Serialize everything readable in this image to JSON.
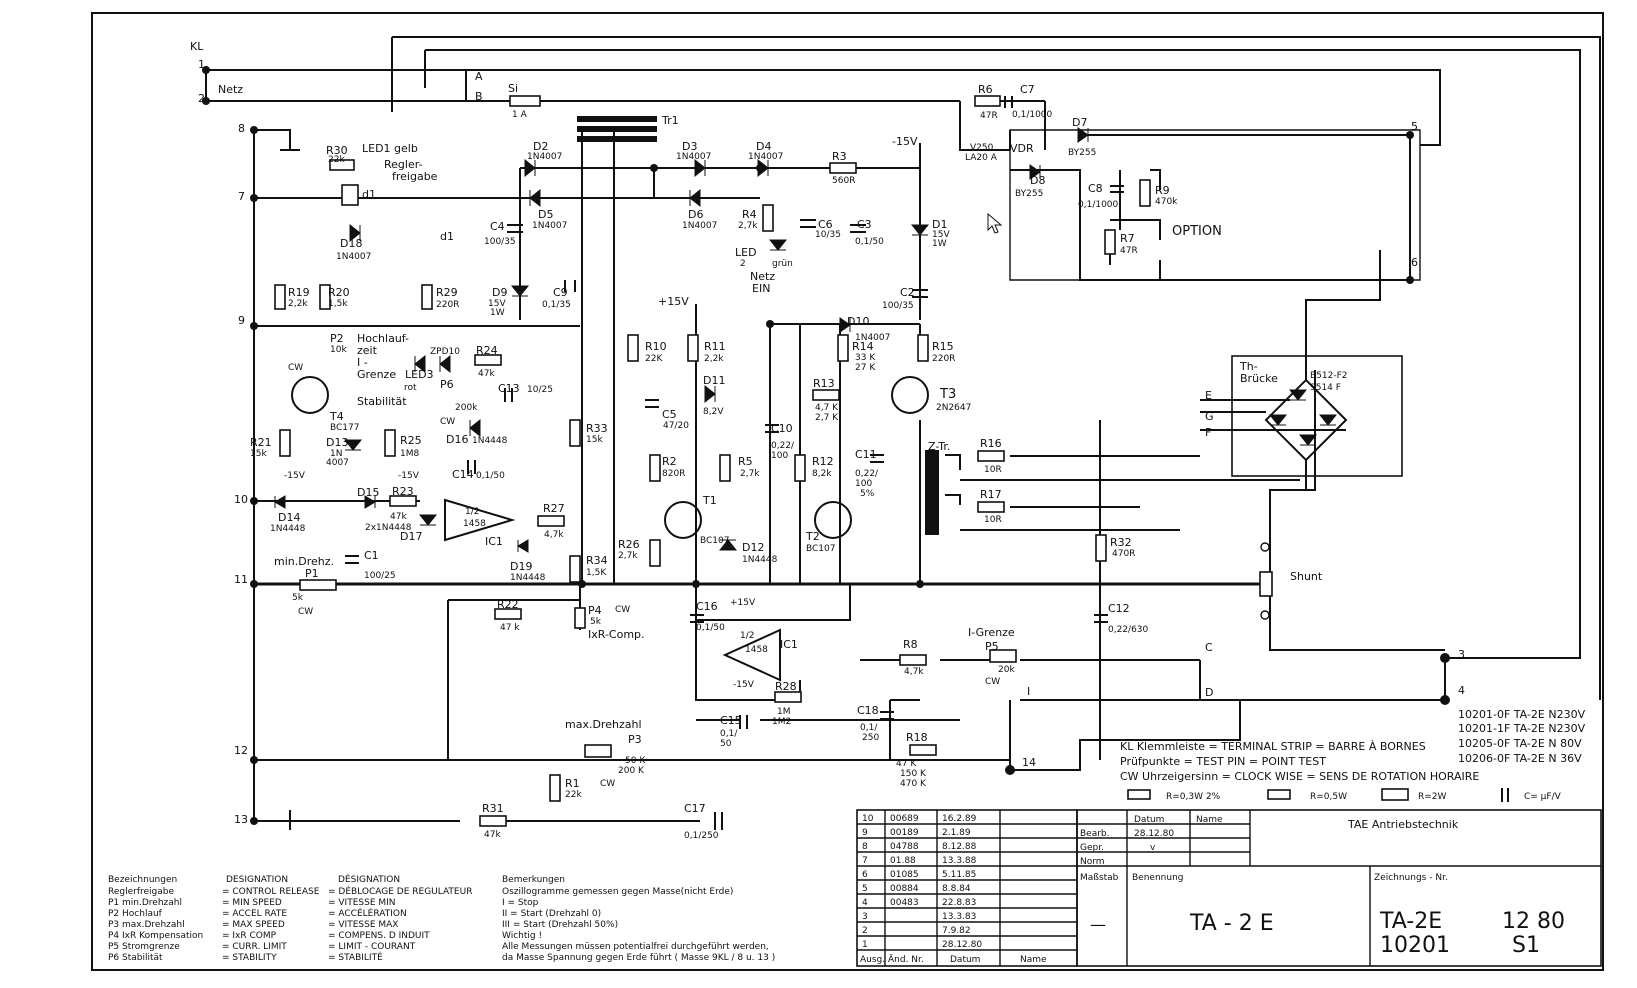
{
  "terminals": {
    "heading": "KL",
    "left": [
      "1",
      "2",
      "8",
      "7",
      "9",
      "10",
      "11",
      "12",
      "13"
    ],
    "right": [
      "5",
      "6",
      "3",
      "4"
    ],
    "bottom": "14",
    "netz": "Netz"
  },
  "components": {
    "si": "Si",
    "si_val": "1 A",
    "tr1": "Tr1",
    "r6": "R6",
    "r6_val": "47R",
    "c7": "C7",
    "c7_val": "0,1/1000",
    "vdr": "VDR",
    "vdr_type1": "V250",
    "vdr_type2": "LA20 A",
    "d7": "D7",
    "d7_val": "BY255",
    "d8": "D8",
    "d8_val": "BY255",
    "c8": "C8",
    "c8_val": "0,1/1000",
    "r9": "R9",
    "r9_val": "470k",
    "r7": "R7",
    "r7_val": "47R",
    "option": "OPTION",
    "r30": "R30",
    "r30_val": "22k",
    "led1": "LED1 gelb",
    "regler1": "Regler-",
    "regler2": "freigabe",
    "d1": "d1",
    "d18": "D18",
    "d18_val": "1N4007",
    "d2": "D2",
    "d2_val": "1N4007",
    "d3": "D3",
    "d3_val": "1N4007",
    "d4": "D4",
    "d4_val": "1N4007",
    "d5": "D5",
    "d5_val": "1N4007",
    "d6": "D6",
    "d6_val": "1N4007",
    "r3": "R3",
    "r3_val": "560R",
    "neg15": "-15V",
    "r4": "R4",
    "r4_val": "2,7k",
    "c6": "C6",
    "c6_val": "10/35",
    "c3": "C3",
    "c3_val": "0,1/50",
    "d1z": "D1",
    "d1z_val1": "15V",
    "d1z_val2": "1W",
    "led2": "LED",
    "led2_num": "2",
    "led2_col": "grün",
    "netz_ein1": "Netz",
    "netz_ein2": "EIN",
    "c4": "C4",
    "c4_val": "100/35",
    "d9": "D9",
    "d9_val1": "15V",
    "d9_val2": "1W",
    "c9": "C9",
    "c9_val": "0,1/35",
    "c2": "C2",
    "c2_val": "100/35",
    "r19": "R19",
    "r19_val": "2,2k",
    "r20": "R20",
    "r20_val": "1,5k",
    "r29": "R29",
    "r29_val": "220R",
    "p2": "P2",
    "p2_val": "10k",
    "hoch1": "Hochlauf-",
    "hoch2": "zeit",
    "zpd10": "ZPD10",
    "r24": "R24",
    "r24_val": "47k",
    "igrenze1": "I -",
    "igrenze2": "Grenze",
    "led3": "LED3",
    "led3_col": "rot",
    "p6": "P6",
    "p6_val": "200k",
    "c13": "C13",
    "c13_val": "10/25",
    "stab": "Stabilität",
    "t4": "T4",
    "t4_val": "BC177",
    "cw": "CW",
    "d16": "D16",
    "d16_val": "1N4448",
    "r21": "R21",
    "r21_val": "15k",
    "d13": "D13",
    "d13_val1": "1N",
    "d13_val2": "4007",
    "r25": "R25",
    "r25_val": "1M8",
    "c14": "C14",
    "c14_val": "0,1/50",
    "plus15": "+15V",
    "r10": "R10",
    "r10_val": "22K",
    "r11": "R11",
    "r11_val": "2,2k",
    "d11": "D11",
    "d11_val": "8,2V",
    "d10": "D10",
    "d10_val": "1N4007",
    "r14": "R14",
    "r14_val1": "33 K",
    "r14_val2": "27 K",
    "r15": "R15",
    "r15_val": "220R",
    "r13": "R13",
    "r13_val1": "4,7 K",
    "r13_val2": "2,7 K",
    "t3": "T3",
    "t3_val": "2N2647",
    "c5": "C5",
    "c5_val": "47/20",
    "c10": "C10",
    "c10_val1": "0,22/",
    "c10_val2": "100",
    "c11": "C11",
    "c11_val1": "0,22/",
    "c11_val2": "100",
    "c11_val3": "5%",
    "r2": "R2",
    "r2_val": "820R",
    "r5": "R5",
    "r5_val": "2,7k",
    "r12": "R12",
    "r12_val": "8,2k",
    "ztr": "Z-Tr.",
    "r16": "R16",
    "r16_val": "10R",
    "r17": "R17",
    "r17_val": "10R",
    "th1": "Th-",
    "th2": "Brücke",
    "b512": "B512-F2",
    "b514": "S514 F",
    "r33": "R33",
    "r33_val": "15k",
    "d15": "D15",
    "r23": "R23",
    "r23_val": "47k",
    "d14": "D14",
    "d14_val": "1N4448",
    "d15_17": "2x1N4448",
    "d17": "D17",
    "ic1": "IC1",
    "ic1_half": "1/2",
    "ic1_type": "1458",
    "r27": "R27",
    "r27_val": "4,7k",
    "d19": "D19",
    "d19_val": "1N4448",
    "t1": "T1",
    "t1_val": "BC107",
    "t2": "T2",
    "t2_val": "BC107",
    "d12": "D12",
    "d12_val": "1N4448",
    "r26": "R26",
    "r26_val": "2,7k",
    "r34": "R34",
    "r34_val": "1,5K",
    "r32": "R32",
    "r32_val": "470R",
    "shunt": "Shunt",
    "min_drehz": "min.Drehz.",
    "p1": "P1",
    "p1_val": "5k",
    "c1": "C1",
    "c1_val": "100/25",
    "r22": "R22",
    "r22_val": "47 k",
    "p4": "P4",
    "p4_val": "5k",
    "ixr": "IxR-Comp.",
    "c16": "C16",
    "c16_val": "0,1/50",
    "r8": "R8",
    "r8_val": "4,7k",
    "p5": "P5",
    "p5_val": "20k",
    "igr_b": "I-Grenze",
    "c12": "C12",
    "c12_val": "0,22/630",
    "r28": "R28",
    "r28_val1": "1M",
    "r28_val2": "1M2",
    "c15": "C15",
    "c15_val1": "0,1/",
    "c15_val2": "50",
    "c18": "C18",
    "c18_val1": "0,1/",
    "c18_val2": "250",
    "r18": "R18",
    "r18_val1": "47 K",
    "r18_val2": "150 K",
    "r18_val3": "470 K",
    "max_drehz": "max.Drehzahl",
    "p3": "P3",
    "p3_val1": "50 K",
    "p3_val2": "200 K",
    "r1": "R1",
    "r1_val": "22k",
    "r31": "R31",
    "r31_val": "47k",
    "c17": "C17",
    "c17_val": "0,1/250",
    "tp_a": "A",
    "tp_b": "B",
    "tp_c": "C",
    "tp_d": "D",
    "tp_e": "E",
    "tp_f": "F",
    "tp_g": "G",
    "tp_i": "I"
  },
  "variants": [
    "10201-0F TA-2E N230V",
    "10201-1F TA-2E N230V",
    "10205-0F TA-2E N 80V",
    "10206-0F TA-2E N 36V"
  ],
  "key": {
    "kl": "KL Klemmleiste = TERMINAL STRIP = BARRE À BORNES",
    "tp": "Prüfpunkte = TEST PIN = POINT TEST",
    "cw": "CW Uhrzeigersinn = CLOCK WISE = SENS DE ROTATION HORAIRE",
    "r1": "R=0,3W 2%",
    "r2": "R=0,5W",
    "r3": "R=2W",
    "c": "C= µF/V"
  },
  "legend": {
    "headers": [
      "Bezeichnungen",
      "DESIGNATION",
      "DÉSIGNATION"
    ],
    "rows": [
      [
        "Reglerfreigabe",
        "= CONTROL RELEASE",
        "= DÉBLOCAGE DE REGULATEUR"
      ],
      [
        "P1 min.Drehzahl",
        "= MIN SPEED",
        "= VITESSE MIN"
      ],
      [
        "P2 Hochlauf",
        "= ACCEL RATE",
        "= ACCÉLÉRATION"
      ],
      [
        "P3 max.Drehzahl",
        "= MAX SPEED",
        "= VITESSE MAX"
      ],
      [
        "P4 IxR Kompensation",
        "= IxR COMP",
        "= COMPENS. D INDUIT"
      ],
      [
        "P5 Stromgrenze",
        "= CURR. LIMIT",
        "= LIMIT - COURANT"
      ],
      [
        "P6 Stabilität",
        "= STABILITY",
        "= STABILITÉ"
      ]
    ],
    "remarks_title": "Bemerkungen",
    "remarks": [
      "Oszillogramme gemessen gegen Masse(nicht Erde)",
      "I = Stop",
      "II = Start (Drehzahl 0)",
      "III = Start (Drehzahl 50%)"
    ],
    "warning_title": "Wichtig !",
    "warning": [
      "Alle Messungen müssen potentialfrei durchgeführt werden,",
      "da Masse Spannung gegen Erde führt ( Masse 9KL / 8 u. 13 )"
    ]
  },
  "revisions": {
    "rows": [
      [
        "10",
        "00689",
        "16.2.89"
      ],
      [
        "9",
        "00189",
        "2.1.89"
      ],
      [
        "8",
        "04788",
        "8.12.88"
      ],
      [
        "7",
        "01.88",
        "13.3.88"
      ],
      [
        "6",
        "01085",
        "5.11.85"
      ],
      [
        "5",
        "00884",
        "8.8.84"
      ],
      [
        "4",
        "00483",
        "22.8.83"
      ],
      [
        "3",
        "",
        "13.3.83"
      ],
      [
        "2",
        "",
        "7.9.82"
      ],
      [
        "1",
        "",
        "28.12.80"
      ]
    ],
    "footer": [
      "Ausg.",
      "Änd. Nr.",
      "Datum",
      "Name"
    ]
  },
  "titleblock": {
    "datum": "Datum",
    "name": "Name",
    "bearb": "Bearb.",
    "bearb_date": "28.12.80",
    "gepr": "Gepr.",
    "gepr_date": "v",
    "norm": "Norm",
    "company": "TAE Antriebstechnik",
    "massstab": "Maßstab",
    "scale": "—",
    "benennung": "Benennung",
    "title": "TA - 2 E",
    "zeichnung": "Zeichnungs - Nr.",
    "dwg1": "TA-2E",
    "dwg2": "12 80",
    "dwg3": "10201",
    "dwg4": "S1"
  }
}
